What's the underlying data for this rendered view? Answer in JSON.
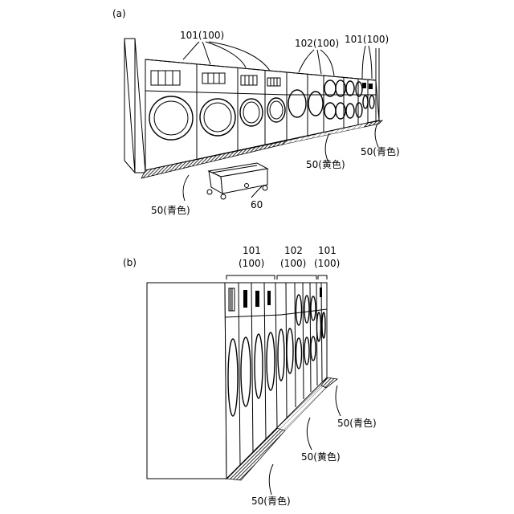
{
  "panel_a": {
    "label": "(a)",
    "callouts": {
      "washers_left": "101(100)",
      "dryers": "102(100)",
      "washers_right": "101(100)",
      "mat_right": "50(青色)",
      "mat_mid": "50(黄色)",
      "mat_left": "50(青色)",
      "cart": "60"
    }
  },
  "panel_b": {
    "label": "(b)",
    "callouts": {
      "group1_num": "101",
      "group1_sub": "(100)",
      "group2_num": "102",
      "group2_sub": "(100)",
      "group3_num": "101",
      "group3_sub": "(100)",
      "mat_right": "50(青色)",
      "mat_mid": "50(黄色)",
      "mat_left": "50(青色)"
    }
  },
  "colors": {
    "ink": "#000000",
    "paper": "#ffffff"
  }
}
